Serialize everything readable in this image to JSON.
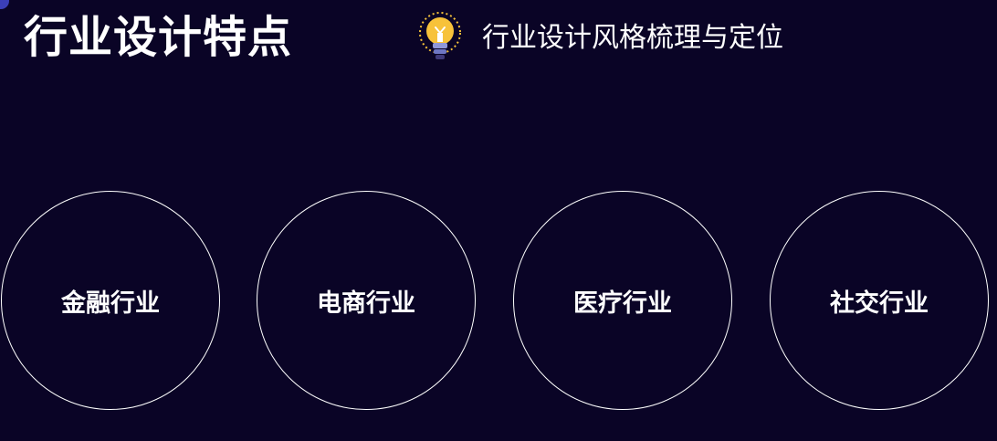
{
  "header": {
    "title": "行业设计特点",
    "subtitle": "行业设计风格梳理与定位",
    "icon": "lightbulb-icon"
  },
  "industries": [
    {
      "label": "金融行业"
    },
    {
      "label": "电商行业"
    },
    {
      "label": "医疗行业"
    },
    {
      "label": "社交行业"
    }
  ],
  "colors": {
    "background": "#0a0426",
    "text": "#ffffff",
    "circle_border": "#ffffff",
    "bulb": "#f7c23a",
    "bulb_base": "#8f97d9",
    "corner_accent": "#3b3fb8"
  }
}
